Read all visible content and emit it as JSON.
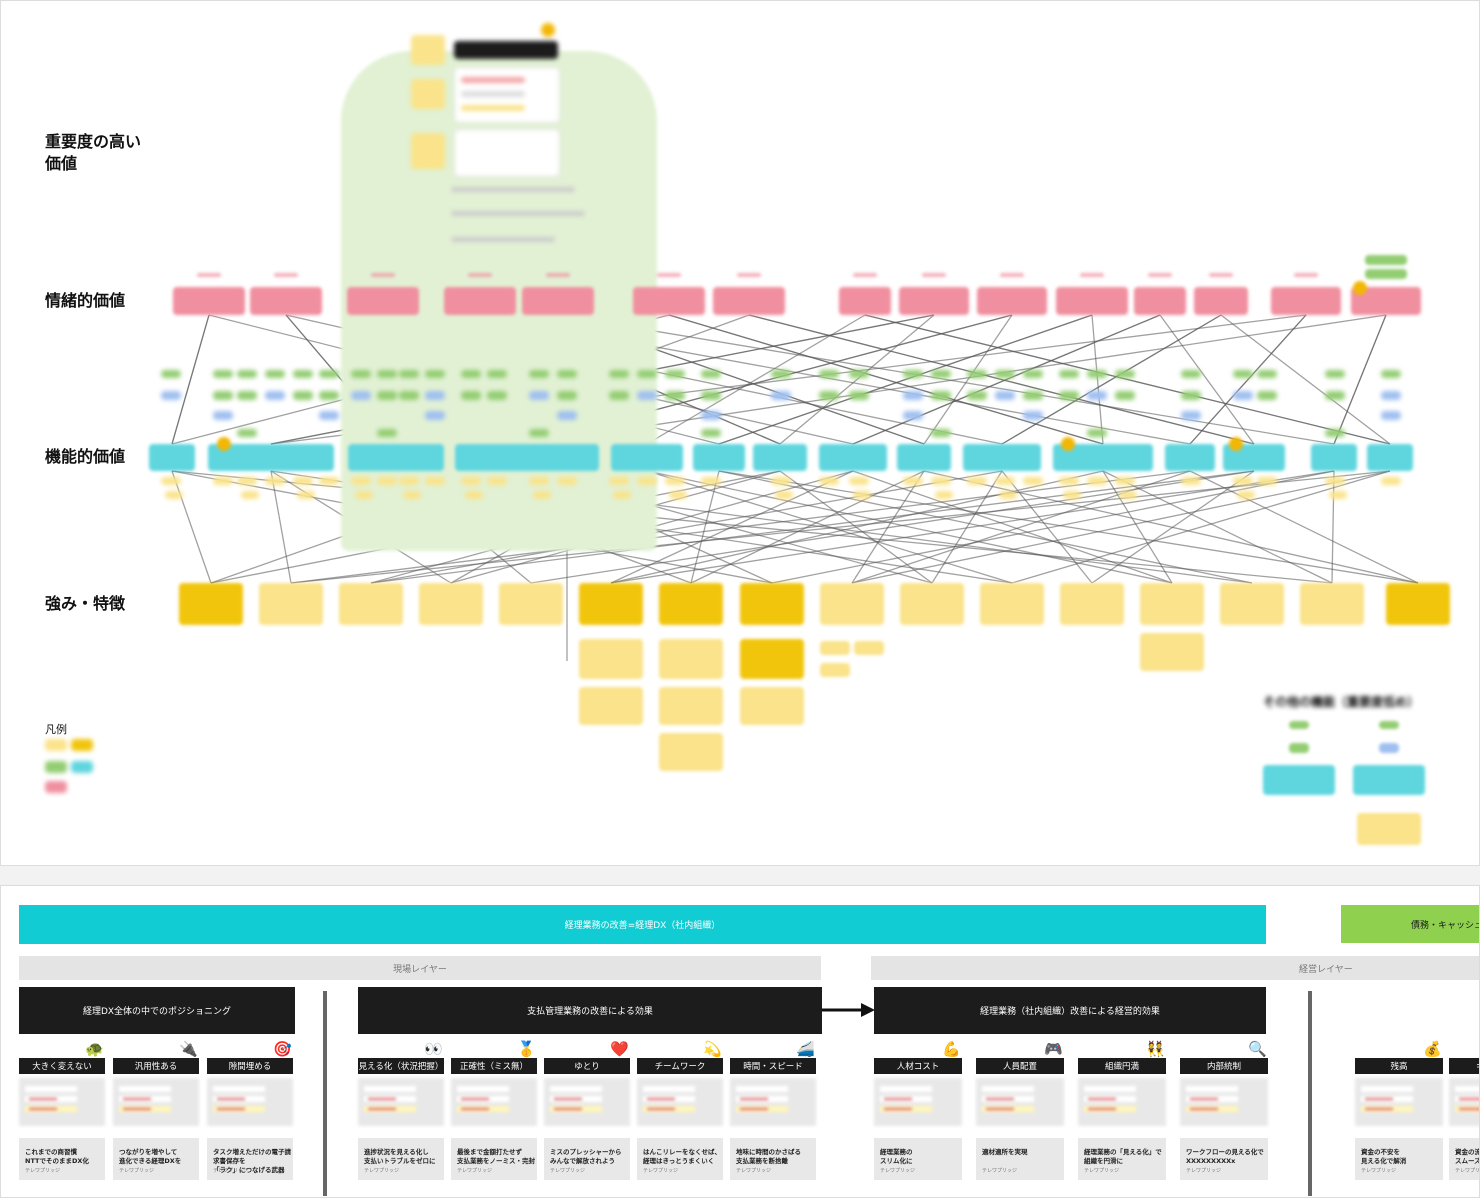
{
  "map": {
    "rows": {
      "important": "重要度の高い\n価値",
      "emotional": "情緒的価値",
      "functional": "機能的価値",
      "strength": "強み・特徴"
    },
    "legend_title": "凡例",
    "other_title": "その他の機能（重要度低め）"
  },
  "flow": {
    "top_banner": "経理業務の改善=経理DX（社内組織）",
    "right_banner": "債務・キャッシュ",
    "layer_field": "現場レイヤー",
    "layer_management": "経営レイヤー",
    "sections": [
      {
        "title": "経理DX全体の中でのポジショニング",
        "columns": [
          {
            "label": "大きく変えない",
            "emoji": "🐢",
            "card": "これまでの商習慣\nNTTでそのままDX化"
          },
          {
            "label": "汎用性ある",
            "emoji": "🔌",
            "card": "つながりを増やして\n進化できる経理DXを"
          },
          {
            "label": "隙間埋める",
            "emoji": "🎯",
            "card": "タスク増えただけの電子請求書保存を\n「ラク」につなげる武器"
          }
        ]
      },
      {
        "title": "支払管理業務の改善による効果",
        "columns": [
          {
            "label": "見える化（状況把握）",
            "emoji": "👀",
            "card": "進捗状況を見える化し\n支払いトラブルをゼロに"
          },
          {
            "label": "正確性（ミス無）",
            "emoji": "🥇",
            "card": "最後まで金額打たせず\n支払業務をノーミス・完封"
          },
          {
            "label": "ゆとり",
            "emoji": "❤️",
            "card": "ミスのプレッシャーから\nみんなで解放されよう"
          },
          {
            "label": "チームワーク",
            "emoji": "💫",
            "card": "はんこリレーをなくせば、\n経理はきっとうまくいく"
          },
          {
            "label": "時間・スピード",
            "emoji": "🚄",
            "card": "地味に時間のかさばる\n支払業務を断捨離"
          }
        ]
      },
      {
        "title": "経理業務（社内組織）改善による経営的効果",
        "columns": [
          {
            "label": "人材コスト",
            "emoji": "💪",
            "card": "経理業務の\nスリム化に"
          },
          {
            "label": "人員配置",
            "emoji": "🎮",
            "card": "適材適所を実現"
          },
          {
            "label": "組織円満",
            "emoji": "👯",
            "card": "経理業務の「見える化」で\n組織を円滑に"
          },
          {
            "label": "内部統制",
            "emoji": "🔍",
            "card": "ワークフローの見える化で\nXXXXXXXXXx"
          }
        ]
      },
      {
        "title": "",
        "columns": [
          {
            "label": "残高",
            "emoji": "💰",
            "card": "資金の不安を\n見える化で解消"
          },
          {
            "label": "キャッシ",
            "emoji": "",
            "card": "資金の流れを\nスムーズに"
          }
        ]
      }
    ],
    "card_source": "テレワプリッジ"
  },
  "colors": {
    "emotional": "#f08f9f",
    "functional": "#5fd5de",
    "strength": "#fae38a",
    "strength_dark": "#f1c50c",
    "benefit_green": "#93cd72",
    "benefit_blue": "#9fbff0",
    "banner_cyan": "#12ccd3",
    "banner_green": "#8fd14f",
    "header_black": "#1c1c1c"
  }
}
